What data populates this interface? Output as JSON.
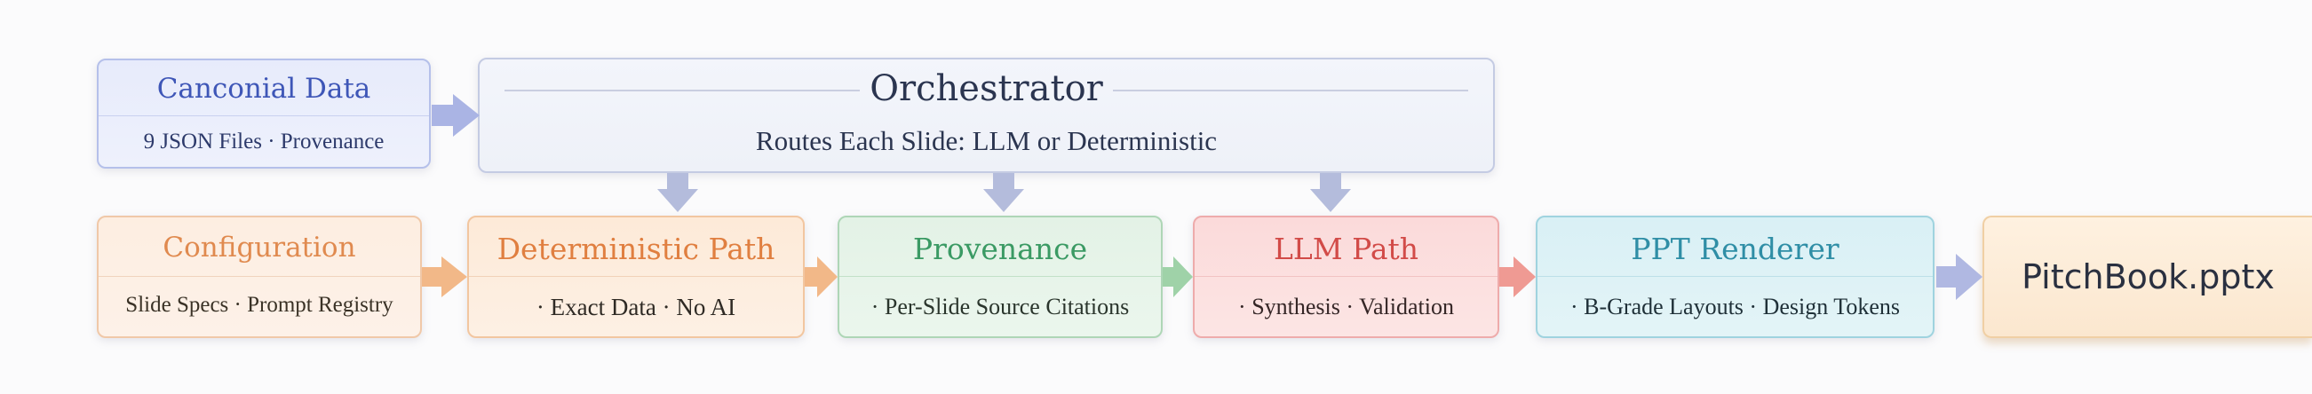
{
  "boxes": {
    "canonical_data": {
      "title": "Canconial Data",
      "subtitle": "9 JSON Files · Provenance",
      "color": "#3e56b7"
    },
    "orchestrator": {
      "title": "Orchestrator",
      "subtitle": "Routes Each Slide: LLM or Deterministic",
      "color": "#2b3550"
    },
    "configuration": {
      "title": "Configuration",
      "subtitle": "Slide Specs · Prompt Registry",
      "color": "#e08a4f"
    },
    "deterministic_path": {
      "title": "Deterministic Path",
      "subtitle": "· Exact Data · No AI",
      "color": "#e07f40"
    },
    "provenance": {
      "title": "Provenance",
      "subtitle": "· Per-Slide Source Citations",
      "color": "#3b9a64"
    },
    "llm_path": {
      "title": "LLM Path",
      "subtitle": "· Synthesis · Validation",
      "color": "#d24b48"
    },
    "ppt_renderer": {
      "title": "PPT Renderer",
      "subtitle": "· B-Grade Layouts · Design Tokens",
      "color": "#2f8ea6"
    },
    "output": {
      "title": "PitchBook.pptx",
      "color": "#2a3040"
    }
  },
  "arrows": [
    {
      "from": "canonical_data",
      "to": "orchestrator",
      "color": "#aab4e4"
    },
    {
      "from": "orchestrator",
      "to": "deterministic_path",
      "color": "#b4bcdc"
    },
    {
      "from": "orchestrator",
      "to": "provenance",
      "color": "#b4bcdc"
    },
    {
      "from": "orchestrator",
      "to": "llm_path",
      "color": "#b4bcdc"
    },
    {
      "from": "configuration",
      "to": "deterministic_path",
      "color": "#f2b888"
    },
    {
      "from": "deterministic_path",
      "to": "provenance",
      "color": "#f2b888"
    },
    {
      "from": "provenance",
      "to": "llm_path",
      "color": "#9fd2a8"
    },
    {
      "from": "llm_path",
      "to": "ppt_renderer",
      "color": "#ef9a93"
    },
    {
      "from": "ppt_renderer",
      "to": "output",
      "color": "#b0b8e2"
    }
  ]
}
